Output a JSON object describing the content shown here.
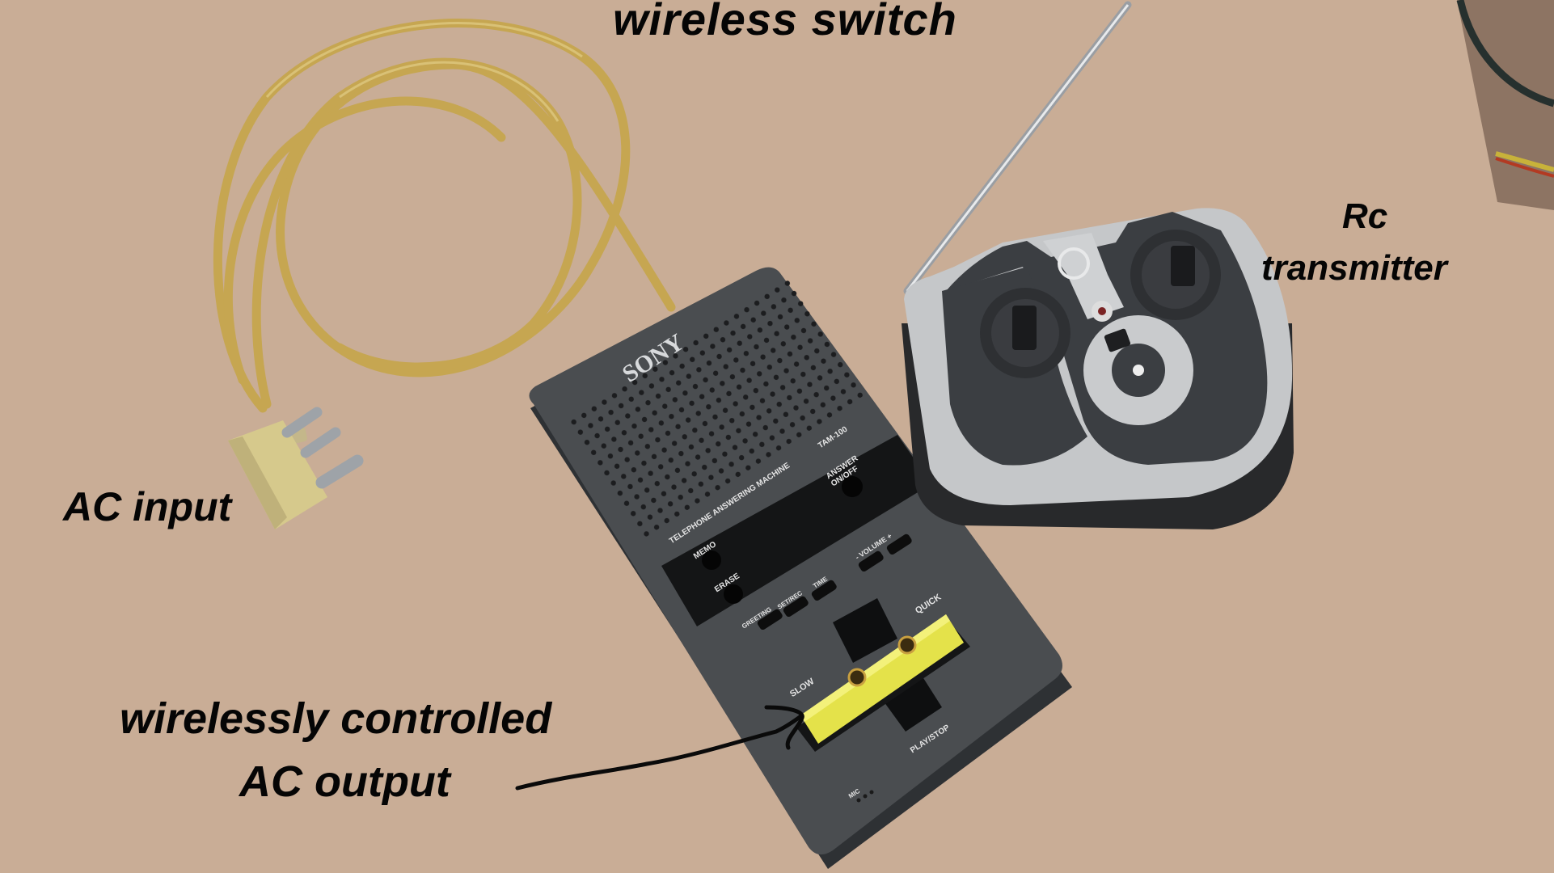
{
  "annotations": {
    "title": "wireless switch",
    "rc_transmitter_line1": "Rc",
    "rc_transmitter_line2": "transmitter",
    "ac_input": "AC input",
    "ac_output_line1": "wirelessly controlled",
    "ac_output_line2": "AC output"
  },
  "device": {
    "brand": "SONY",
    "model": "TAM-100",
    "product_label": "TELEPHONE ANSWERING MACHINE",
    "buttons": {
      "answer": "ANSWER ON/OFF",
      "memo": "MEMO",
      "erase": "ERASE",
      "greeting": "GREETING",
      "set_rec": "SET/REC",
      "time": "TIME",
      "volume": "- VOLUME +",
      "quick": "QUICK",
      "slow": "SLOW",
      "play_stop": "PLAY/STOP",
      "mic": "MIC"
    }
  },
  "colors": {
    "background": "#c9ad96",
    "device_body": "#4a4d50",
    "cable": "#c8a850",
    "plug": "#d8cc90",
    "yellow_tube": "#e6e34a",
    "remote_silver": "#c7c9cb",
    "remote_dark": "#3b3e42"
  }
}
